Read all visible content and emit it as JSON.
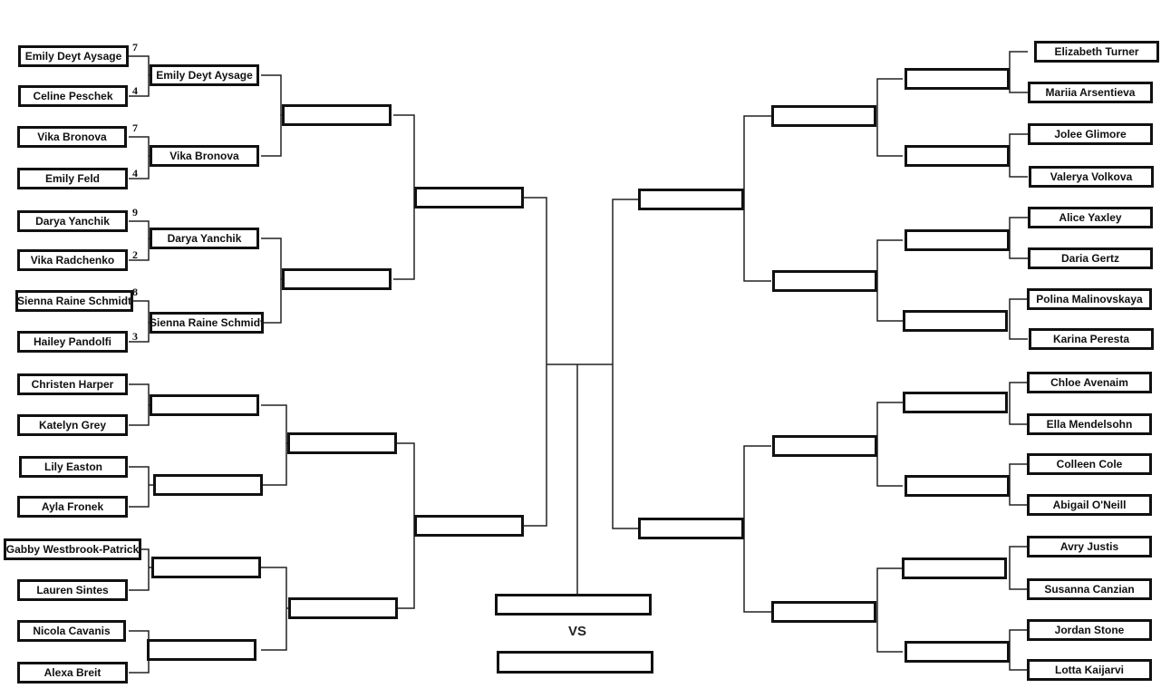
{
  "left": {
    "round1": [
      {
        "name": "Emily Deyt Aysage",
        "score": "7"
      },
      {
        "name": "Celine Peschek",
        "score": "4"
      },
      {
        "name": "Vika Bronova",
        "score": "7"
      },
      {
        "name": "Emily Feld",
        "score": "4"
      },
      {
        "name": "Darya Yanchik",
        "score": "9"
      },
      {
        "name": "Vika Radchenko",
        "score": "2"
      },
      {
        "name": "Sienna Raine Schmidt",
        "score": "8"
      },
      {
        "name": "Hailey Pandolfi",
        "score": "3"
      },
      {
        "name": "Christen Harper",
        "score": ""
      },
      {
        "name": "Katelyn Grey",
        "score": ""
      },
      {
        "name": "Lily Easton",
        "score": ""
      },
      {
        "name": "Ayla Fronek",
        "score": ""
      },
      {
        "name": "Gabby Westbrook-Patrick",
        "score": ""
      },
      {
        "name": "Lauren Sintes",
        "score": ""
      },
      {
        "name": "Nicola Cavanis",
        "score": ""
      },
      {
        "name": "Alexa Breit",
        "score": ""
      }
    ],
    "round2": [
      "Emily Deyt Aysage",
      "Vika Bronova",
      "Darya Yanchik",
      "Sienna Raine Schmidt",
      "",
      "",
      "",
      ""
    ]
  },
  "right": {
    "round1": [
      {
        "name": "Elizabeth Turner"
      },
      {
        "name": "Mariia Arsentieva"
      },
      {
        "name": "Jolee Glimore"
      },
      {
        "name": "Valerya Volkova"
      },
      {
        "name": "Alice Yaxley"
      },
      {
        "name": "Daria Gertz"
      },
      {
        "name": "Polina Malinovskaya"
      },
      {
        "name": "Karina Peresta"
      },
      {
        "name": "Chloe Avenaim"
      },
      {
        "name": "Ella Mendelsohn"
      },
      {
        "name": "Colleen Cole"
      },
      {
        "name": "Abigail O'Neill"
      },
      {
        "name": "Avry Justis"
      },
      {
        "name": "Susanna Canzian"
      },
      {
        "name": "Jordan Stone"
      },
      {
        "name": "Lotta Kaijarvi"
      }
    ]
  },
  "final": {
    "vs_label": "VS"
  }
}
